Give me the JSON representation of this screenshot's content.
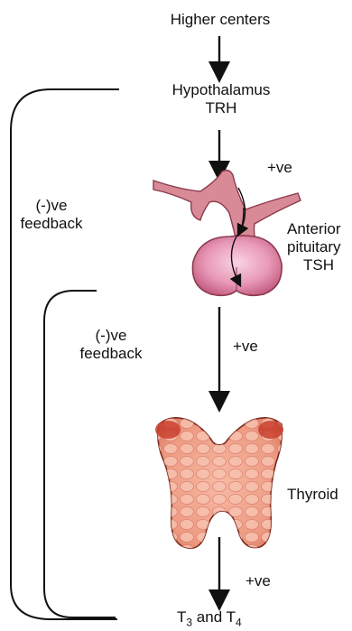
{
  "labels": {
    "higher_centers": "Higher centers",
    "hypothalamus": "Hypothalamus",
    "trh": "TRH",
    "pos_feedback_1": "+ve",
    "anterior": "Anterior",
    "pituitary": "pituitary",
    "tsh": "TSH",
    "neg_feedback_outer_1": "(-)ve",
    "neg_feedback_outer_2": "feedback",
    "neg_feedback_inner_1": "(-)ve",
    "neg_feedback_inner_2": "feedback",
    "pos_feedback_2": "+ve",
    "thyroid": "Thyroid",
    "pos_feedback_3": "+ve",
    "t3_prefix": "T",
    "t3_sub": "3",
    "and": " and T",
    "t4_sub": "4"
  },
  "colors": {
    "line": "#111111",
    "pituitary_fill": "#e8a0b8",
    "pituitary_dark": "#c86a86",
    "thyroid_fill": "#f0a08a",
    "thyroid_dark": "#c8402e",
    "thyroid_cell": "#f7c3b2"
  }
}
